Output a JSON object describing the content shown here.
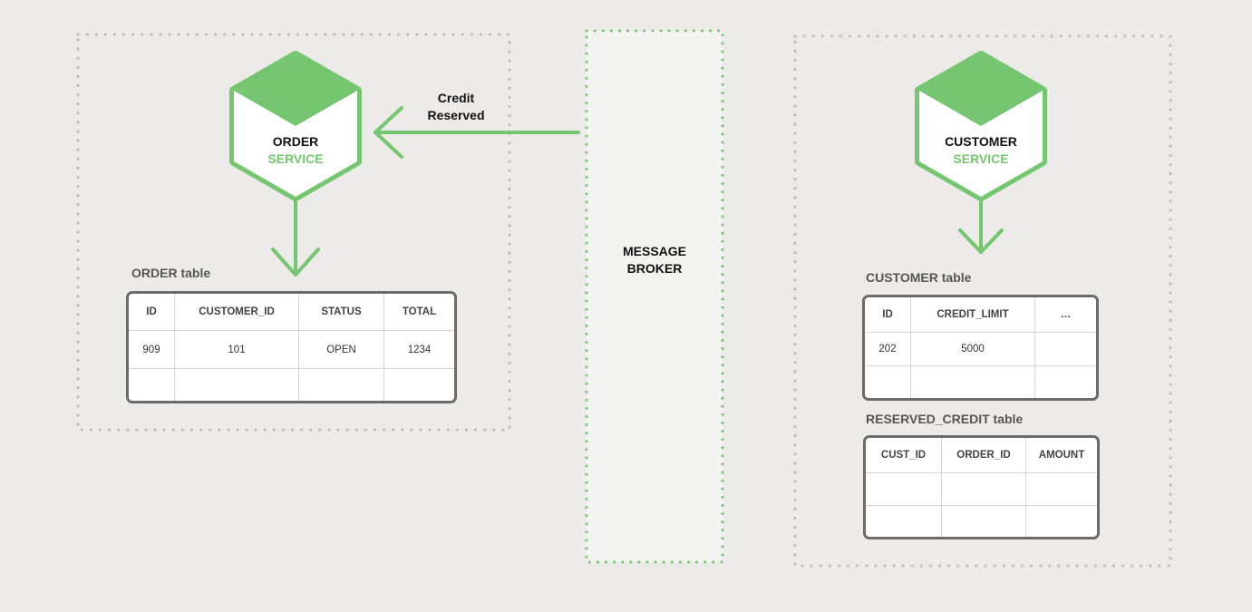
{
  "broker": {
    "lines": [
      "MESSAGE",
      "BROKER"
    ]
  },
  "message": {
    "lines": [
      "Credit",
      "Reserved"
    ]
  },
  "order_service": {
    "line1": "ORDER",
    "line2": "SERVICE"
  },
  "customer_service": {
    "line1": "CUSTOMER",
    "line2": "SERVICE"
  },
  "order_table": {
    "caption": "ORDER table",
    "columns": [
      "ID",
      "CUSTOMER_ID",
      "STATUS",
      "TOTAL"
    ],
    "rows": [
      [
        "909",
        "101",
        "OPEN",
        "1234"
      ],
      [
        "",
        "",
        "",
        ""
      ]
    ]
  },
  "customer_table": {
    "caption": "CUSTOMER table",
    "columns": [
      "ID",
      "CREDIT_LIMIT",
      "…"
    ],
    "rows": [
      [
        "202",
        "5000",
        ""
      ],
      [
        "",
        "",
        ""
      ]
    ]
  },
  "reserved_table": {
    "caption": "RESERVED_CREDIT table",
    "columns": [
      "CUST_ID",
      "ORDER_ID",
      "AMOUNT"
    ],
    "rows": [
      [
        "",
        "",
        ""
      ],
      [
        "",
        "",
        ""
      ]
    ]
  },
  "colors": {
    "accent": "#76c570",
    "background": "#ecebe9",
    "table_border": "#6b6b6b",
    "boundary_dots": "#b9b9b9"
  }
}
